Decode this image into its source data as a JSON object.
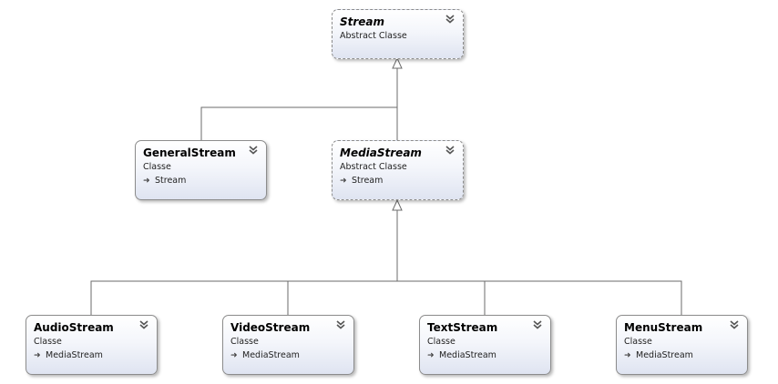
{
  "nodes": {
    "stream": {
      "name": "Stream",
      "kind": "Abstract Classe",
      "base": ""
    },
    "general": {
      "name": "GeneralStream",
      "kind": "Classe",
      "base": "Stream"
    },
    "media": {
      "name": "MediaStream",
      "kind": "Abstract Classe",
      "base": "Stream"
    },
    "audio": {
      "name": "AudioStream",
      "kind": "Classe",
      "base": "MediaStream"
    },
    "video": {
      "name": "VideoStream",
      "kind": "Classe",
      "base": "MediaStream"
    },
    "text": {
      "name": "TextStream",
      "kind": "Classe",
      "base": "MediaStream"
    },
    "menu": {
      "name": "MenuStream",
      "kind": "Classe",
      "base": "MediaStream"
    }
  },
  "icons": {
    "collapse": "double-chevron-down-icon",
    "inherit": "inheritance-arrow-icon"
  },
  "colors": {
    "border": "#8c8c8c",
    "connector": "#6b6b6b",
    "box_gradient_bottom": "#dfe4f1"
  }
}
